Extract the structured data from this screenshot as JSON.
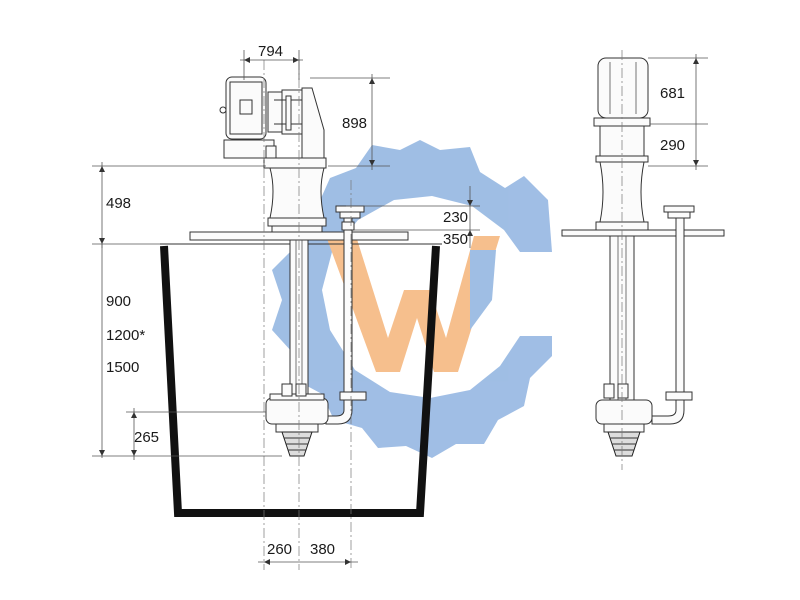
{
  "drawing": {
    "dimensions": {
      "d794": "794",
      "d898": "898",
      "d498": "498",
      "d230": "230",
      "d350": "350",
      "d900": "900",
      "d1200": "1200*",
      "d1500": "1500",
      "d265": "265",
      "d260": "260",
      "d380": "380",
      "d681": "681",
      "d290": "290"
    },
    "watermark": {
      "colors": {
        "blue": "#8fb3e0",
        "orange": "#f5b47a"
      }
    }
  }
}
